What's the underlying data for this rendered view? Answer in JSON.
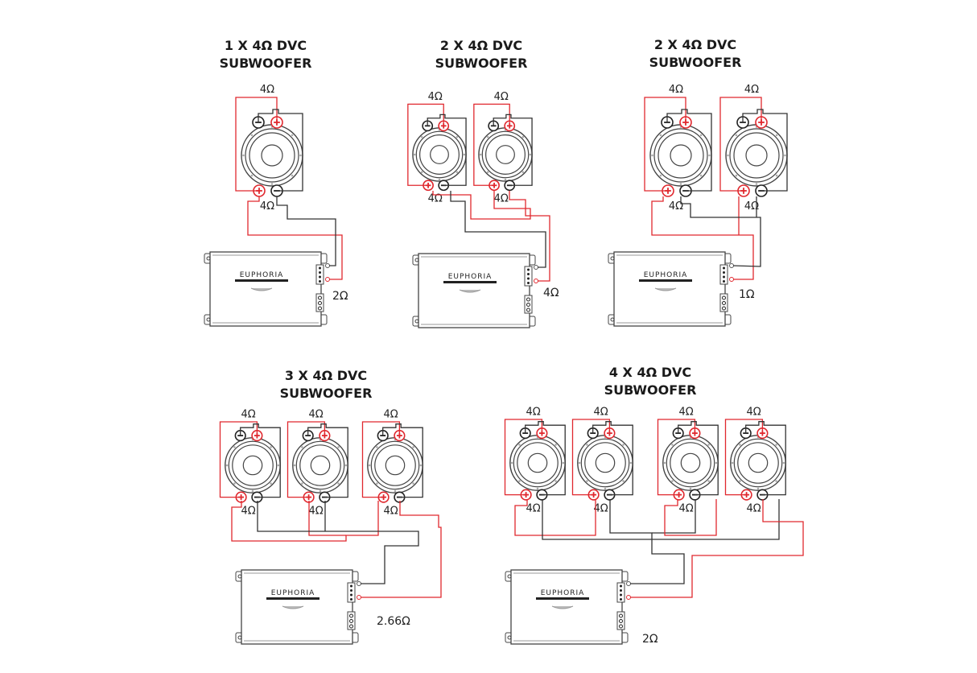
{
  "colors": {
    "positive_wire": "#e0282e",
    "negative_wire": "#333333",
    "outline": "#444444"
  },
  "brand_logo": "EUPHORIA",
  "diagrams": [
    {
      "title_line1": "1 X 4Ω DVC",
      "title_line2": "SUBWOOFER",
      "coil_label": "4Ω",
      "amp_load": "2Ω"
    },
    {
      "title_line1": "2 X 4Ω DVC",
      "title_line2": "SUBWOOFER",
      "coil_label": "4Ω",
      "amp_load": "4Ω"
    },
    {
      "title_line1": "2 X 4Ω DVC",
      "title_line2": "SUBWOOFER",
      "coil_label": "4Ω",
      "amp_load": "1Ω"
    },
    {
      "title_line1": "3 X 4Ω DVC",
      "title_line2": "SUBWOOFER",
      "coil_label": "4Ω",
      "amp_load": "2.66Ω"
    },
    {
      "title_line1": "4 X 4Ω DVC",
      "title_line2": "SUBWOOFER",
      "coil_label": "4Ω",
      "amp_load": "2Ω"
    }
  ]
}
